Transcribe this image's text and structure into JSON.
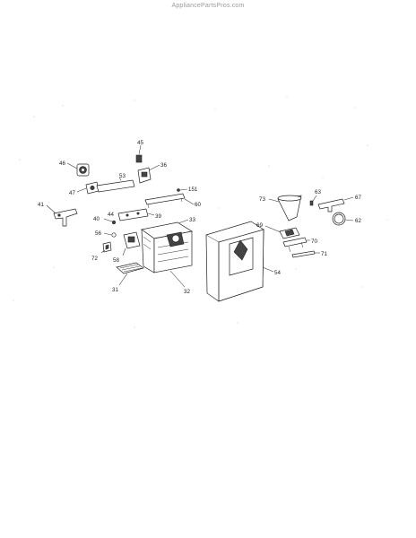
{
  "watermark": "AppliancePartsPros.com",
  "labels": {
    "p45": "45",
    "p36": "36",
    "p46": "46",
    "p53": "53",
    "p47": "47",
    "p151": "151",
    "p60": "60",
    "p41": "41",
    "p44": "44",
    "p39": "39",
    "p33": "33",
    "p40": "40",
    "p56": "56",
    "p58": "58",
    "p72": "72",
    "p31": "31",
    "p32": "32",
    "p73": "73",
    "p63": "63",
    "p67": "67",
    "p62": "62",
    "p69": "69",
    "p70": "70",
    "p71": "71",
    "p54": "54"
  }
}
